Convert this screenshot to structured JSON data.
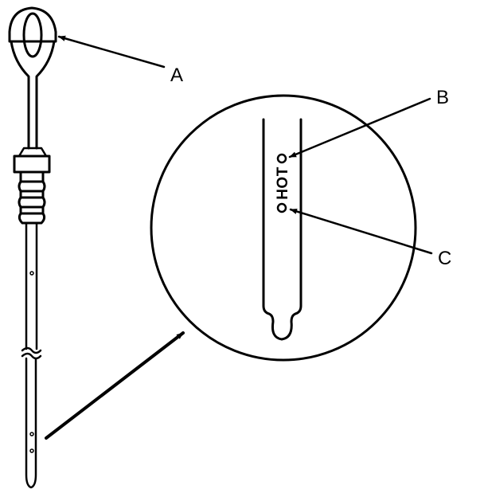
{
  "callouts": {
    "a": "A",
    "b": "B",
    "c": "C"
  },
  "dipstick": {
    "marking": "HOT"
  },
  "colors": {
    "ink": "#000000",
    "background": "#ffffff"
  }
}
